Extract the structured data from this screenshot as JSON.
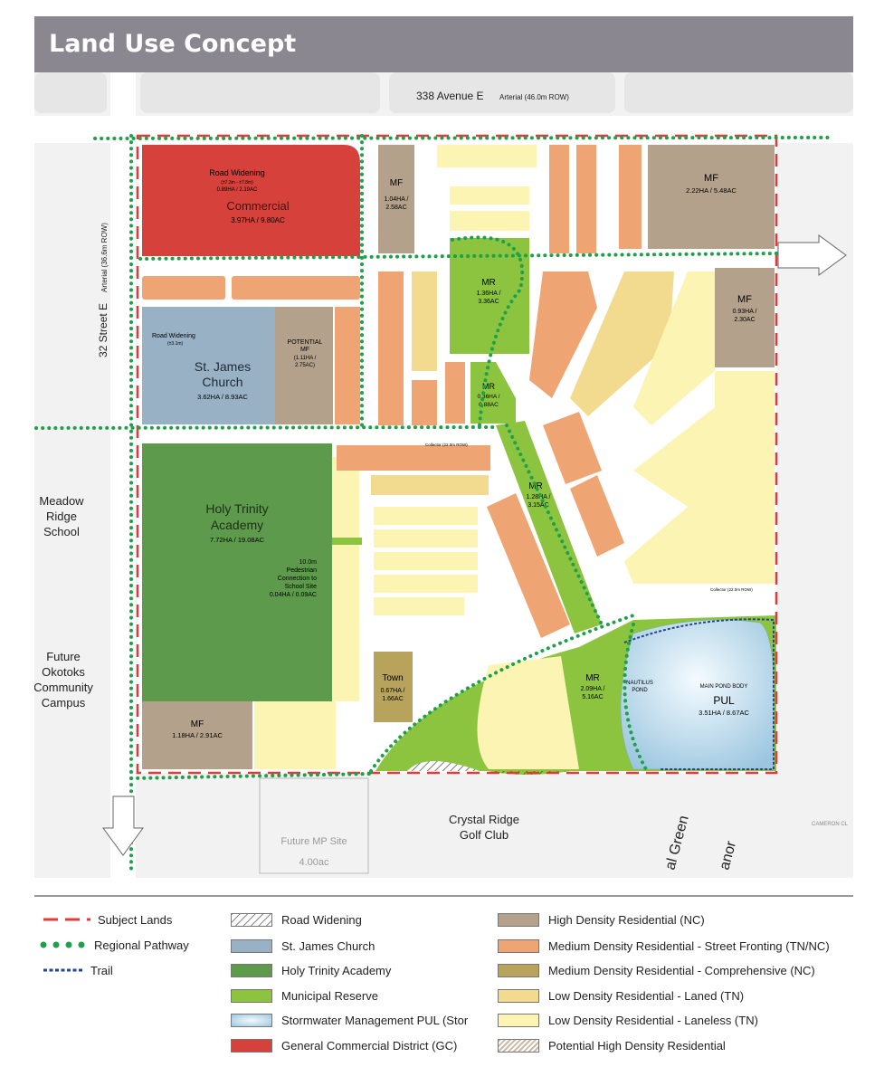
{
  "header": {
    "title": "Land Use Concept"
  },
  "roads": {
    "north": "338 Avenue E",
    "north_sub": "Arterial (46.0m ROW)",
    "west": "32 Street E",
    "west_sub": "Arterial (36.6m ROW)",
    "collector": "Collector (22.0m ROW)"
  },
  "parcels": {
    "road_widening_n": {
      "title": "Road Widening",
      "sub": "(±7.3m - ±7.8m)",
      "area": "0.89HA / 2.19AC"
    },
    "commercial": {
      "title": "Commercial",
      "area": "3.97HA / 9.80AC"
    },
    "mf_1": {
      "title": "MF",
      "area1": "1.04HA /",
      "area2": "2.58AC"
    },
    "mf_2": {
      "title": "MF",
      "area": "2.22HA / 5.48AC"
    },
    "mf_3": {
      "title": "MF",
      "area1": "0.93HA /",
      "area2": "2.30AC"
    },
    "mr_1": {
      "title": "MR",
      "area1": "1.36HA /",
      "area2": "3.36AC"
    },
    "mr_2": {
      "title": "MR",
      "area1": "0.36HA /",
      "area2": "0.88AC"
    },
    "mr_3": {
      "title": "MR",
      "area1": "1.28HA /",
      "area2": "3.15AC"
    },
    "mr_4": {
      "title": "MR",
      "area1": "2.09HA /",
      "area2": "5.16AC"
    },
    "road_widening_w": {
      "title": "Road Widening",
      "sub": "(±3.1m)"
    },
    "church": {
      "title1": "St. James",
      "title2": "Church",
      "area": "3.62HA / 8.93AC"
    },
    "potential_mf": {
      "l1": "POTENTIAL",
      "l2": "MF",
      "l3": "(1.11HA /",
      "l4": "2.75AC)"
    },
    "holy_trinity": {
      "title1": "Holy Trinity",
      "title2": "Academy",
      "area": "7.72HA / 19.08AC"
    },
    "ped": {
      "l1": "10.0m",
      "l2": "Pedestrian",
      "l3": "Connection to",
      "l4": "School Site",
      "l5": "0.04HA / 0.09AC"
    },
    "mf_4": {
      "title": "MF",
      "area": "1.18HA / 2.91AC"
    },
    "town": {
      "title": "Town",
      "area1": "0.67HA /",
      "area2": "1.66AC"
    },
    "pond": {
      "nautilus1": "NAUTILUS",
      "nautilus2": "POND",
      "main": "MAIN POND BODY",
      "title": "PUL",
      "area": "3.51HA / 8.67AC"
    }
  },
  "context": {
    "meadow1": "Meadow",
    "meadow2": "Ridge",
    "meadow3": "School",
    "future1": "Future",
    "future2": "Okotoks",
    "future3": "Community",
    "future4": "Campus",
    "golf1": "Crystal Ridge",
    "golf2": "Golf Club",
    "mp1": "Future MP Site",
    "mp2": "4.00ac",
    "cameron": "CAMERON CL",
    "green": "al Green",
    "manor": "anor"
  },
  "colors": {
    "commercial": "#d6423b",
    "church": "#98b1c4",
    "school": "#5e9a4c",
    "mr": "#8cc43f",
    "hdr": "#b3a18b",
    "mdr_sf": "#efa473",
    "mdr_comp": "#b8a35c",
    "ldr_laned": "#f2db8e",
    "ldr_laneless": "#fbf4b3",
    "pond": "#bfdcec",
    "subject": "#e03a3a",
    "pathway": "#1fa04a",
    "trail": "#24468f"
  },
  "legend": {
    "lines": [
      {
        "label": "Subject Lands",
        "icon": "dashed-red-line"
      },
      {
        "label": "Regional Pathway",
        "icon": "green-dots"
      },
      {
        "label": "Trail",
        "icon": "blue-dotted-line"
      }
    ],
    "col2": [
      {
        "label": "Road Widening",
        "fill": "hatch"
      },
      {
        "label": "St. James Church",
        "fill": "#98b1c4"
      },
      {
        "label": "Holy Trinity Academy",
        "fill": "#5e9a4c"
      },
      {
        "label": "Municipal Reserve",
        "fill": "#8cc43f"
      },
      {
        "label": "Stormwater Management PUL (Stor",
        "fill": "#bfdcec"
      },
      {
        "label": "General Commercial District (GC)",
        "fill": "#d6423b"
      }
    ],
    "col3": [
      {
        "label": "High Density Residential (NC)",
        "fill": "#b3a18b"
      },
      {
        "label": "Medium Density Residential -  Street Fronting (TN/NC)",
        "fill": "#efa473"
      },
      {
        "label": "Medium Density Residential -  Comprehensive (NC)",
        "fill": "#b8a35c"
      },
      {
        "label": "Low Density Residential - Laned (TN)",
        "fill": "#f2db8e"
      },
      {
        "label": "Low Density Residential - Laneless (TN)",
        "fill": "#fbf4b3"
      },
      {
        "label": "Potential High Density Residential",
        "fill": "hatch-brown"
      }
    ]
  }
}
